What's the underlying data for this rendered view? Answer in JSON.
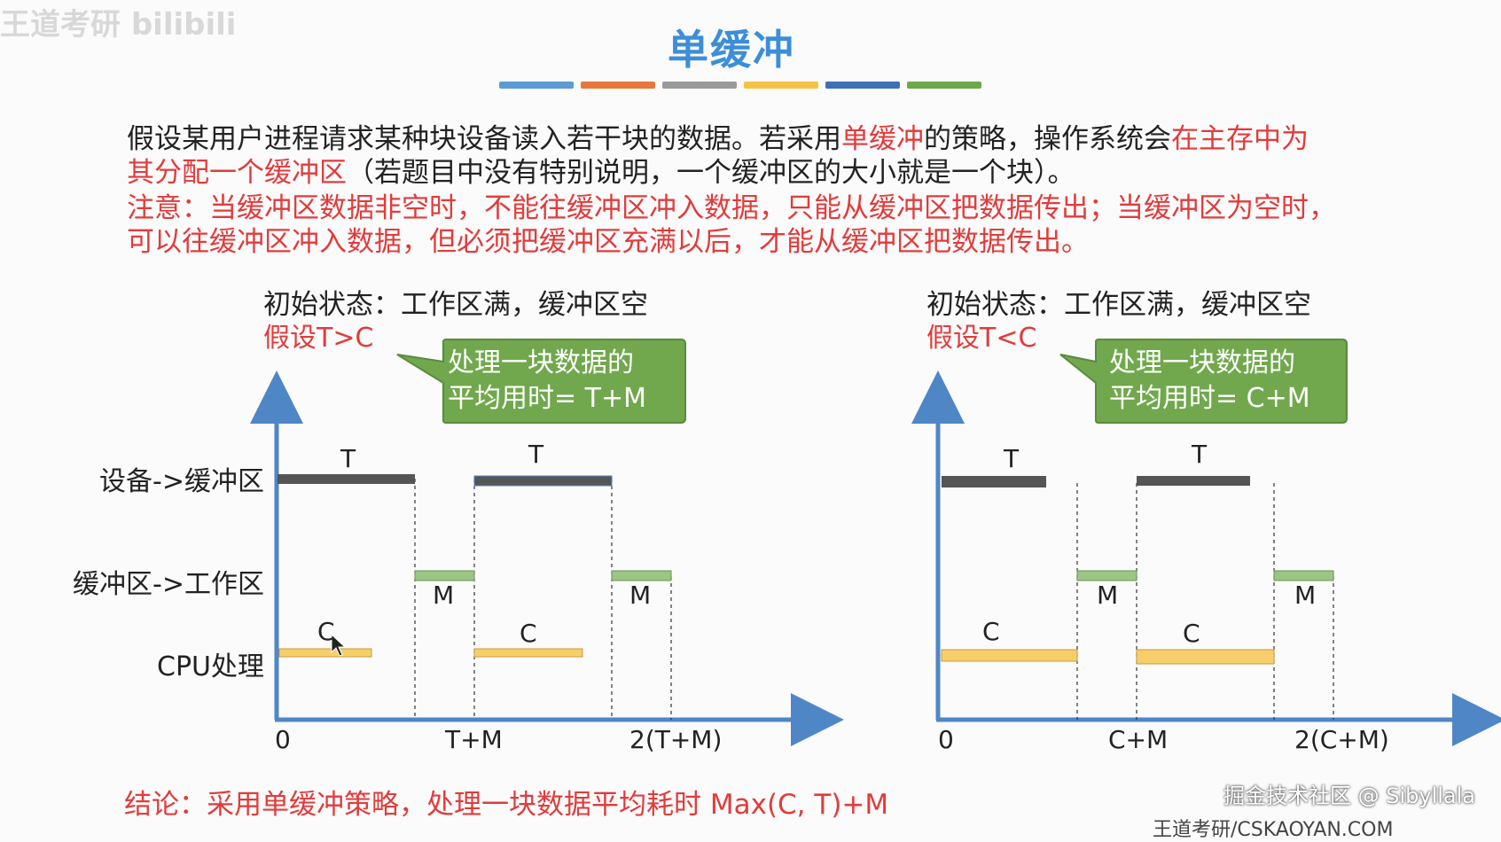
{
  "corner_logo": "王道考研 bilibili",
  "title": "单缓冲",
  "accent_colors": [
    "#5a9bd5",
    "#e8773c",
    "#9a9a9a",
    "#f6c244",
    "#3f6fb6",
    "#6fa84a"
  ],
  "intro": {
    "line1_a": "假设某用户进程请求某种块设备读入若干块的数据。若采用",
    "line1_b": "单缓冲",
    "line1_c": "的策略，操作系统会",
    "line1_d": "在主存中为",
    "line2_a": "其分配一个缓冲区",
    "line2_b": "（若题目中没有特别说明，一个缓冲区的大小就是一个块）。",
    "note1": "注意：当缓冲区数据非空时，不能往缓冲区冲入数据，只能从缓冲区把数据传出；当缓冲区为空时，",
    "note2": "可以往缓冲区冲入数据，但必须把缓冲区充满以后，才能从缓冲区把数据传出。"
  },
  "left_diagram": {
    "state": "初始状态：工作区满，缓冲区空",
    "assume": "假设T>C",
    "bubble_line1": "处理一块数据的",
    "bubble_line2": "平均用时= T+M",
    "row_labels": [
      "设备->缓冲区",
      "缓冲区->工作区",
      "CPU处理"
    ],
    "seg_labels": [
      "T",
      "T",
      "M",
      "M",
      "C",
      "C"
    ],
    "ticks": [
      "0",
      "T+M",
      "2(T+M)"
    ]
  },
  "right_diagram": {
    "state": "初始状态：工作区满，缓冲区空",
    "assume": "假设T<C",
    "bubble_line1": "处理一块数据的",
    "bubble_line2": "平均用时= C+M",
    "seg_labels": [
      "T",
      "T",
      "M",
      "M",
      "C",
      "C"
    ],
    "ticks": [
      "0",
      "C+M",
      "2(C+M)"
    ]
  },
  "conclusion": "结论：采用单缓冲策略，处理一块数据平均耗时 Max(C, T)+M",
  "watermark": "掘金技术社区 @ Sibyllala",
  "footer_url": "王道考研/CSKAOYAN.COM"
}
